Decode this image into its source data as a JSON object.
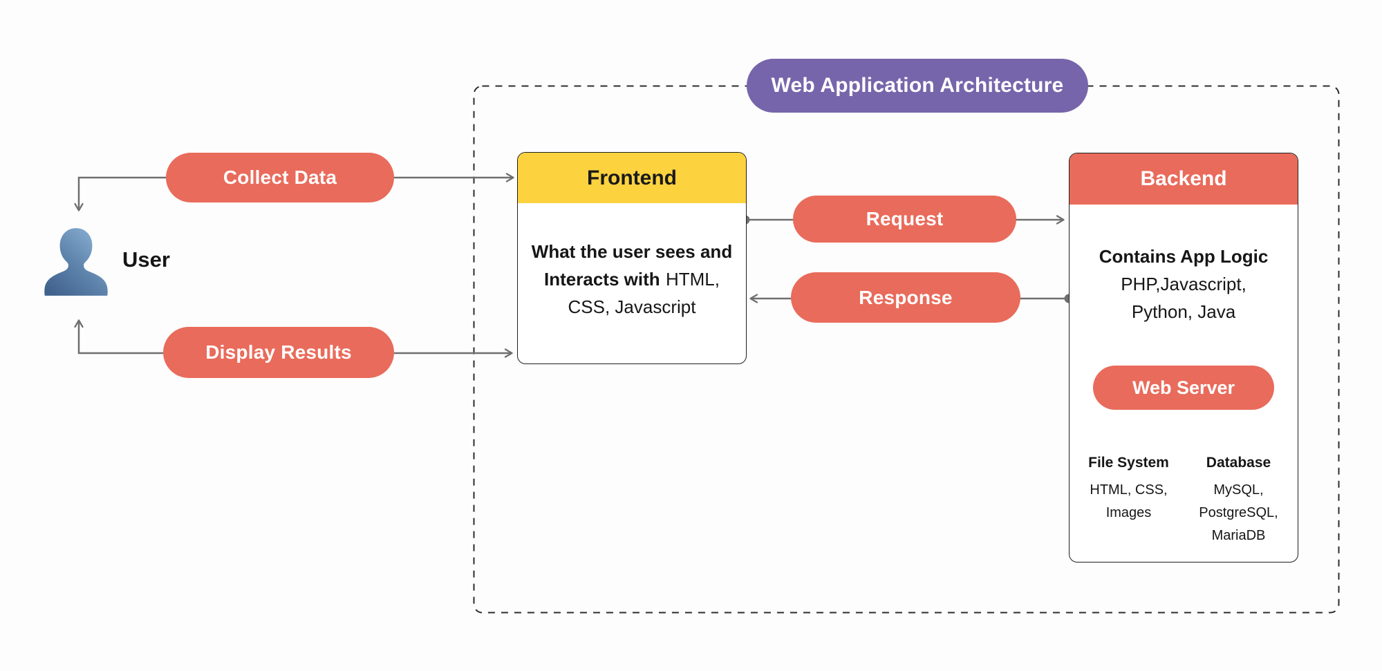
{
  "banner": {
    "label": "Web Application Architecture"
  },
  "user": {
    "label": "User",
    "icon": "user-silhouette"
  },
  "connectors": {
    "collect_data": "Collect Data",
    "display_results": "Display Results",
    "request": "Request",
    "response": "Response"
  },
  "frontend": {
    "title": "Frontend",
    "body": {
      "line1_bold": "What the user sees and",
      "line2_bold": "Interacts with",
      "line2_regular": "HTML,",
      "line3_regular": "CSS, Javascript"
    }
  },
  "backend": {
    "title": "Backend",
    "app_logic": {
      "heading": "Contains App Logic",
      "line1": "PHP,Javascript,",
      "line2": "Python, Java"
    },
    "web_server_label": "Web Server",
    "file_system": {
      "heading": "File System",
      "line1": "HTML, CSS,",
      "line2": "Images"
    },
    "database": {
      "heading": "Database",
      "line1": "MySQL,",
      "line2": "PostgreSQL,",
      "line3": "MariaDB"
    }
  },
  "colors": {
    "coral": "#E96B5B",
    "purple": "#7765AB",
    "yellow": "#FCD23F",
    "arrow_gray": "#6F6F6F",
    "dashed_border": "#2B2B2B",
    "user_icon_light": "#93BADB",
    "user_icon_dark": "#41628D"
  }
}
